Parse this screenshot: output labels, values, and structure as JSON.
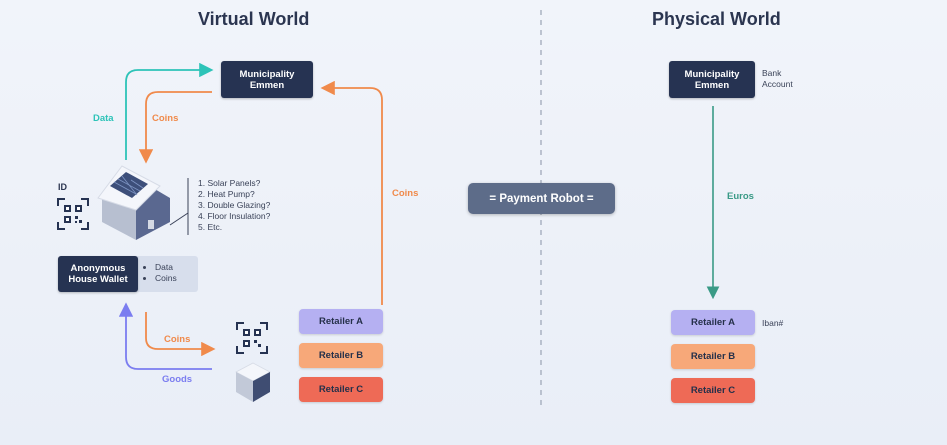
{
  "virtual": {
    "title": "Virtual World",
    "municipality": "Municipality Emmen",
    "labels": {
      "data": "Data",
      "coins_top": "Coins",
      "coins_right": "Coins",
      "coins_bottom": "Coins",
      "goods": "Goods"
    },
    "id_label": "ID",
    "questions": [
      "1. Solar Panels?",
      "2. Heat Pump?",
      "3. Double Glazing?",
      "4. Floor Insulation?",
      "5. Etc."
    ],
    "wallet": {
      "title": "Anonymous House Wallet",
      "items": [
        "Data",
        "Coins"
      ]
    },
    "retailers": [
      "Retailer A",
      "Retailer B",
      "Retailer C"
    ]
  },
  "robot": {
    "label": "= Payment Robot ="
  },
  "physical": {
    "title": "Physical World",
    "municipality": "Municipality Emmen",
    "bank_label": "Bank Account",
    "euros": "Euros",
    "iban": "Iban#",
    "retailers": [
      "Retailer A",
      "Retailer B",
      "Retailer C"
    ]
  },
  "colors": {
    "teal": "#2dc3b8",
    "orange": "#f08a4b",
    "purple": "#7b7df0",
    "green": "#3a9a86",
    "dark": "#263352"
  },
  "icons": [
    "qr-code-icon",
    "house-icon",
    "box-icon"
  ]
}
